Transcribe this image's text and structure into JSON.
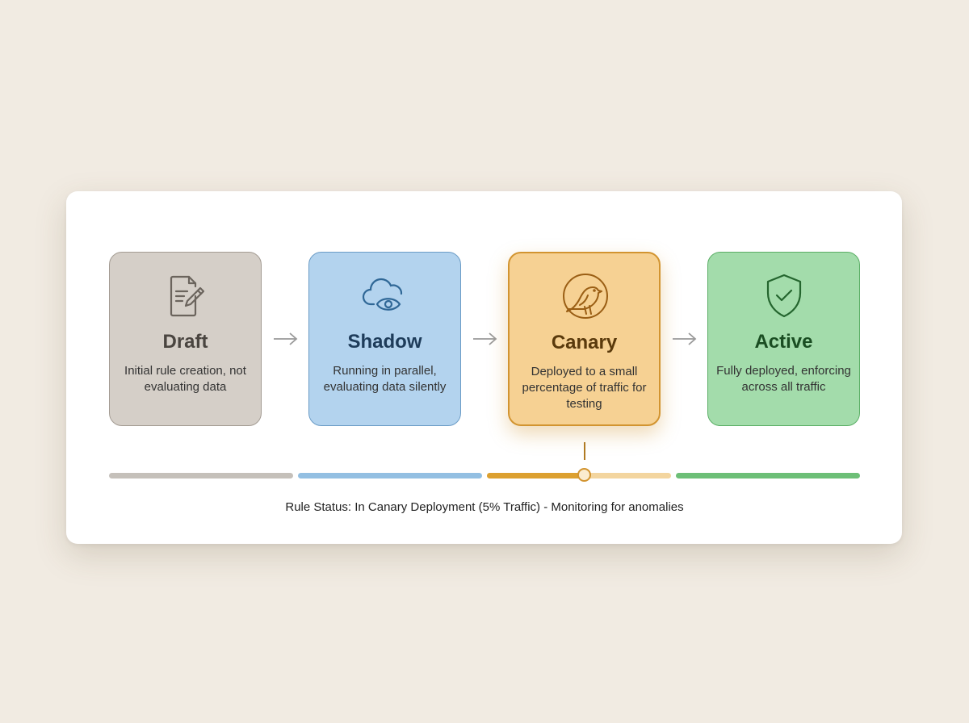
{
  "stages": [
    {
      "title": "Draft",
      "desc": "Initial rule creation, not evaluating data",
      "icon": "document-edit-icon",
      "fill": "#d5cfc8",
      "border": "#a39b92",
      "text": "#4a4540",
      "bar": "#c5c0ba"
    },
    {
      "title": "Shadow",
      "desc": "Running in parallel, evaluating data silently",
      "icon": "cloud-eye-icon",
      "fill": "#b3d3ee",
      "border": "#6b9cc6",
      "text": "#1e3c5a",
      "bar": "#93bfe2"
    },
    {
      "title": "Canary",
      "desc": "Deployed to a small percentage of traffic for testing",
      "icon": "canary-bird-icon",
      "fill": "#f6d193",
      "border": "#d29430",
      "text": "#5a3a0c",
      "bar": "#f3d59f",
      "bar_progress_color": "#dca030"
    },
    {
      "title": "Active",
      "desc": "Fully deployed, enforcing across all traffic",
      "icon": "shield-check-icon",
      "fill": "#a3dcab",
      "border": "#5aae65",
      "text": "#1a4d22",
      "bar": "#6dbf77"
    }
  ],
  "current_stage": "Canary",
  "canary_progress_fraction": 0.53,
  "status_text": "Rule Status: In Canary Deployment (5% Traffic) - Monitoring for anomalies"
}
